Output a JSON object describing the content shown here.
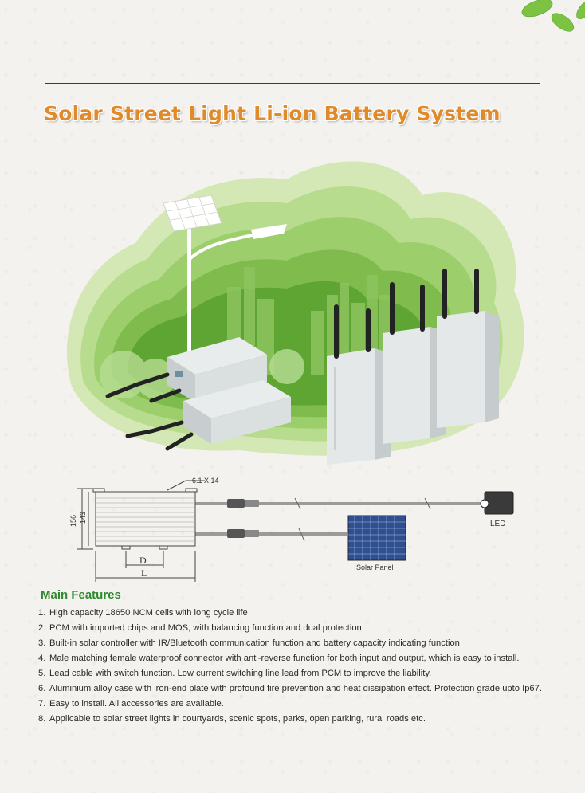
{
  "title": "Solar Street Light Li-ion Battery System",
  "diagram": {
    "bolt_label": "6.1 X 14",
    "dim_outer": "156",
    "dim_inner": "143",
    "dim_d": "D",
    "dim_l": "L",
    "led_label": "LED",
    "panel_label": "Solar Panel"
  },
  "features": {
    "heading": "Main Features",
    "items": [
      {
        "num": "1.",
        "text": "High capacity 18650 NCM cells with long cycle life"
      },
      {
        "num": "2.",
        "text": "PCM with imported chips and MOS, with balancing function and dual protection"
      },
      {
        "num": "3.",
        "text": "Built-in solar controller with IR/Bluetooth communication function and battery capacity indicating function"
      },
      {
        "num": "4.",
        "text": "Male matching female waterproof connector with anti-reverse function for both input and output, which is easy to install."
      },
      {
        "num": "5.",
        "text": "Lead cable with switch function. Low current switching line lead from PCM to improve the liability."
      },
      {
        "num": "6.",
        "text": "Aluminium alloy case with iron-end plate with profound fire prevention and heat dissipation effect. Protection grade upto Ip67."
      },
      {
        "num": "7.",
        "text": "Easy to install. All accessories are available."
      },
      {
        "num": "8.",
        "text": "Applicable to solar street lights in courtyards, scenic spots, parks, open parking, rural roads etc."
      }
    ]
  },
  "colors": {
    "title": "#e08a2a",
    "heading": "#2f8a2f",
    "leaf": "#7cc243",
    "background": "#f3f2ee"
  }
}
